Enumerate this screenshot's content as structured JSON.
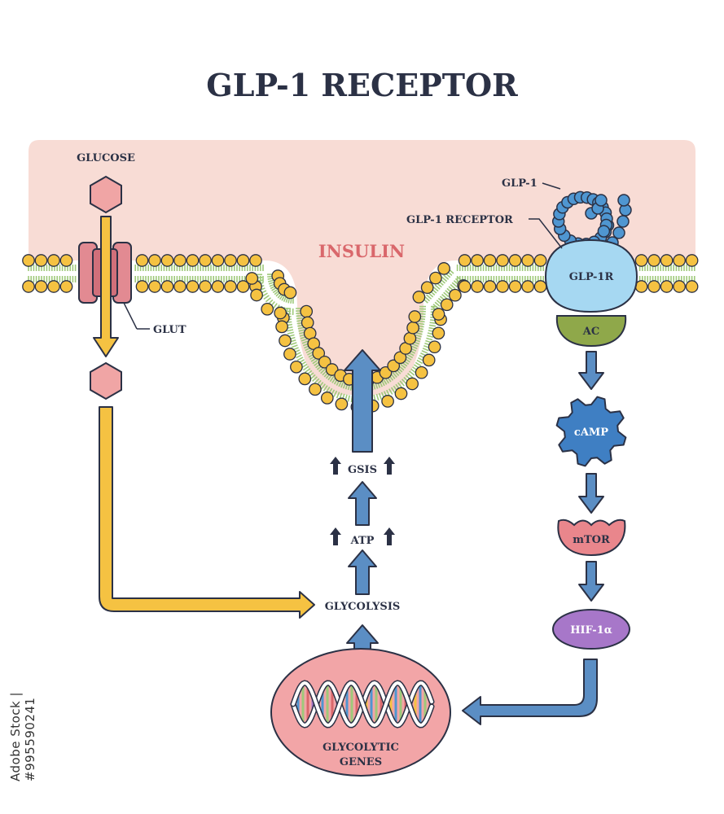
{
  "title": "GLP-1 RECEPTOR",
  "labels": {
    "glucose": "GLUCOSE",
    "glut": "GLUT",
    "insulin": "INSULIN",
    "glp1": "GLP-1",
    "glp1_receptor": "GLP-1 RECEPTOR",
    "glp1r": "GLP-1R",
    "ac": "AC",
    "camp": "cAMP",
    "mtor": "mTOR",
    "hif1a": "HIF-1α",
    "gsis": "GSIS",
    "atp": "ATP",
    "glycolysis": "GLYCOLYSIS",
    "glycolytic": "GLYCOLYTIC",
    "genes": "GENES"
  },
  "watermark": "Adobe Stock | #995590241",
  "colors": {
    "extracellular": "#f8dcd5",
    "lipid_head": "#f5c242",
    "lipid_tail": "#9fc97a",
    "arrow_blue": "#5b8ec4",
    "arrow_yellow": "#f5c242",
    "glucose": "#f0a5a5",
    "glut": "#e28a92",
    "receptor": "#a6d8f2",
    "ac": "#8fa84a",
    "camp": "#3f7fc3",
    "mtor": "#e9868c",
    "hif": "#a777c9",
    "dna_circle": "#f2a5a7",
    "outline": "#2b3145"
  }
}
